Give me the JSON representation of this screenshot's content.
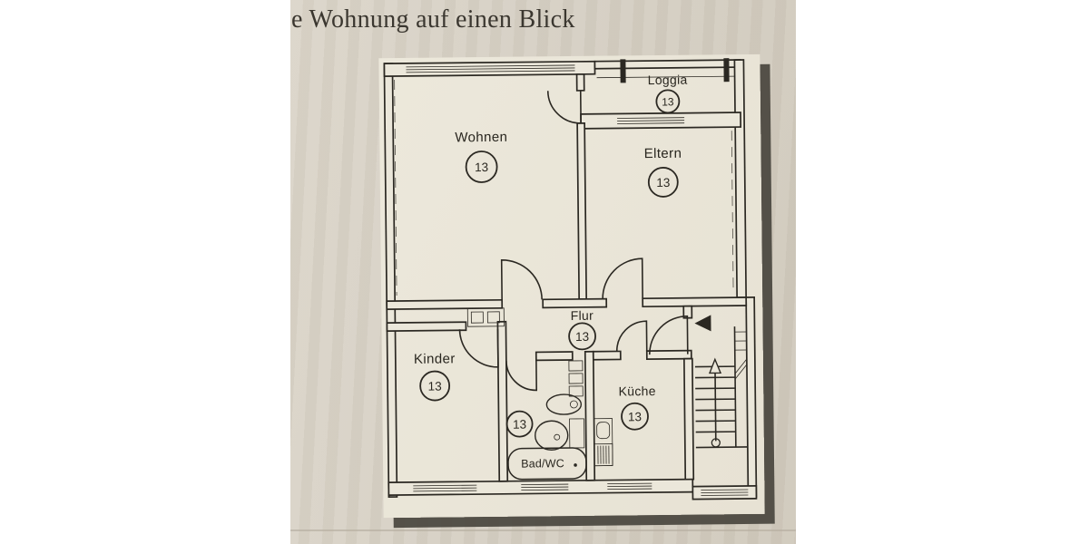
{
  "page": {
    "title": "e Wohnung auf einen Blick"
  },
  "floor_plan": {
    "rooms": [
      {
        "name": "Wohnen",
        "number": "13"
      },
      {
        "name": "Loggia",
        "number": "13"
      },
      {
        "name": "Eltern",
        "number": "13"
      },
      {
        "name": "Flur",
        "number": "13"
      },
      {
        "name": "Kinder",
        "number": "13"
      },
      {
        "name": "Bad/WC",
        "number": "13"
      },
      {
        "name": "Küche",
        "number": "13"
      }
    ],
    "annotations": {
      "entrance_marker": "black triangle pointing left",
      "stair_direction": "arrow up from circle"
    },
    "colors": {
      "paper": "#ebe7da",
      "photo_background": "#d5cfc3",
      "ink": "#2b2822",
      "shadow": "#49453e"
    }
  }
}
